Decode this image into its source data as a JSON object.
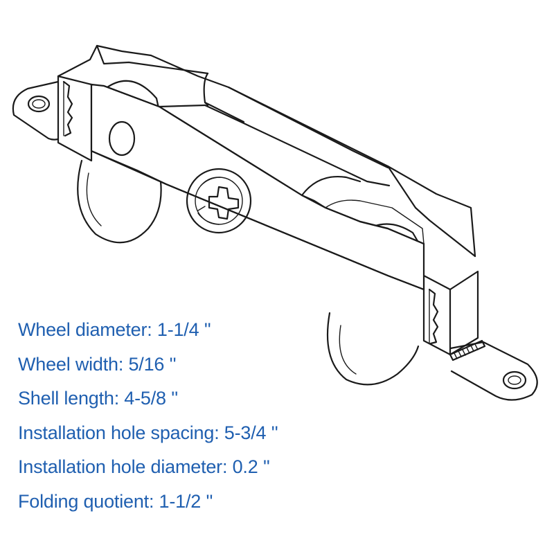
{
  "diagram": {
    "subject": "sliding door roller assembly",
    "line_color": "#1a1a1a",
    "text_color": "#1f5fb0"
  },
  "specs": [
    "Wheel diameter: 1-1/4 ''",
    "Wheel width: 5/16 ''",
    "Shell length: 4-5/8 ''",
    "Installation hole spacing: 5-3/4 ''",
    "Installation hole diameter: 0.2 ''",
    "Folding quotient: 1-1/2 ''"
  ]
}
